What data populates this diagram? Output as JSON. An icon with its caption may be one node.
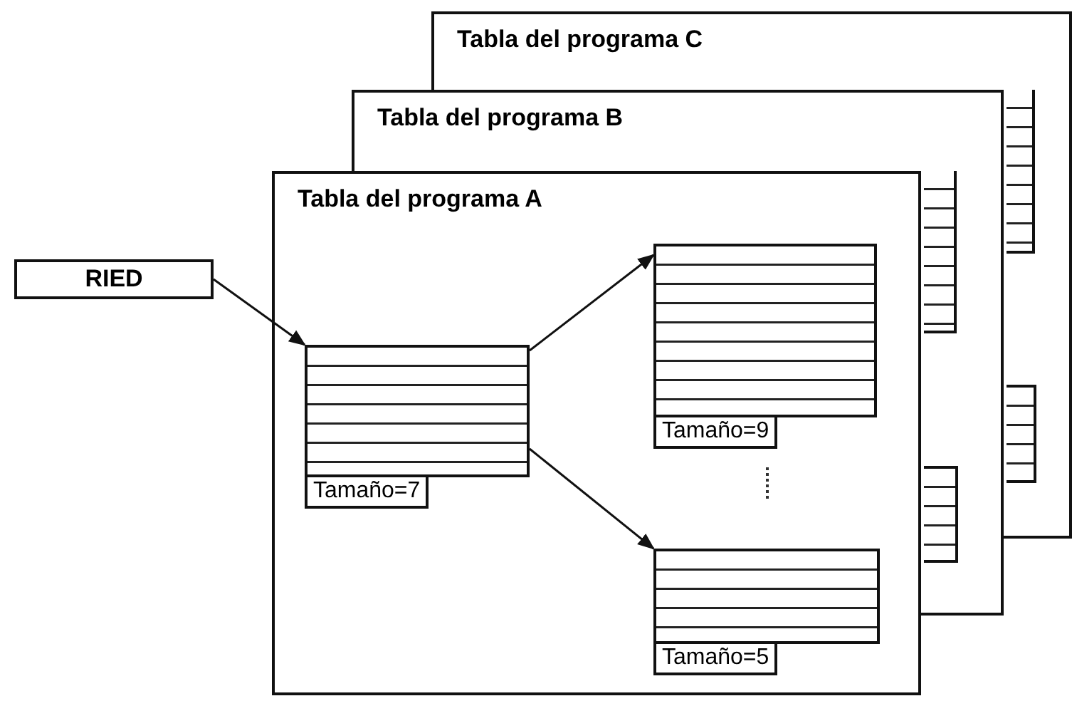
{
  "diagram": {
    "nodes": [
      {
        "text": [
          "RIED"
        ]
      },
      {
        "text": [
          "Tabla del programa C"
        ]
      },
      {
        "text": [],
        "shape": "box"
      },
      {
        "text": [],
        "shape": "box"
      },
      {
        "text": [
          "Tabla del programa B"
        ]
      },
      {
        "text": [],
        "shape": "box"
      },
      {
        "text": [],
        "shape": "box"
      },
      {
        "text": [
          "Tabla del programa A"
        ]
      },
      {
        "text": [
          "Tamaño=7"
        ],
        "in": 7
      },
      {
        "text": [
          "Tamaño=9"
        ],
        "in": 7
      },
      {
        "text": [
          "Tamaño=5"
        ],
        "in": 7
      }
    ],
    "edges": [
      {
        "from": 0,
        "to": 8,
        "arrow": "to"
      },
      {
        "from": 8,
        "to": 9,
        "arrow": "to"
      },
      {
        "from": 8,
        "to": 10,
        "arrow": "to"
      }
    ]
  }
}
